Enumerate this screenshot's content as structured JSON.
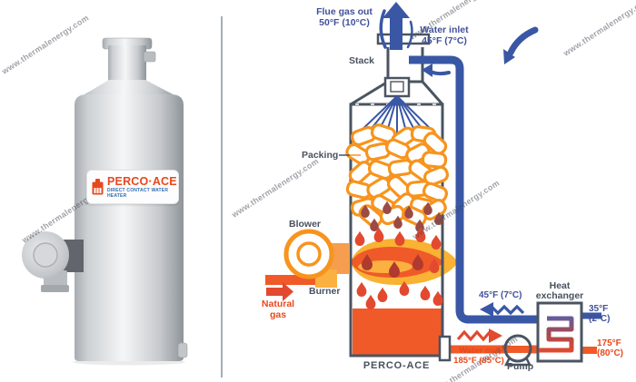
{
  "watermark": "www.thermalenergy.com",
  "product": {
    "brand": "PERCO·ACE",
    "tagline": "DIRECT CONTACT WATER HEATER"
  },
  "diagram": {
    "flue_gas": {
      "line1": "Flue gas out",
      "line2": "50°F (10°C)"
    },
    "water_inlet": {
      "line1": "Water inlet",
      "line2": "45°F (7°C)"
    },
    "stack": "Stack",
    "packing": "Packing",
    "blower": "Blower",
    "burner": "Burner",
    "natural_gas": {
      "line1": "Natural",
      "line2": "gas"
    },
    "unit_name": "PERCO-ACE",
    "recirc_temp": "45°F (7°C)",
    "heat_exchanger": {
      "line1": "Heat",
      "line2": "exchanger"
    },
    "cold_in": {
      "line1": "35°F",
      "line2": "(2°C)"
    },
    "hot_out": {
      "line1": "175°F",
      "line2": "(80°C)"
    },
    "water_out": {
      "line1": "Water out",
      "line2": "185°F (85°C)"
    },
    "pump": "Pump"
  },
  "colors": {
    "pipe_blue": "#3a57a5",
    "label_blue": "#41519c",
    "slate": "#48515f",
    "orange": "#f05a28",
    "orange_red": "#e2492f",
    "flame_yellow": "#f9b233",
    "packing_orange": "#f7941d",
    "maroon": "#9c4a44"
  }
}
